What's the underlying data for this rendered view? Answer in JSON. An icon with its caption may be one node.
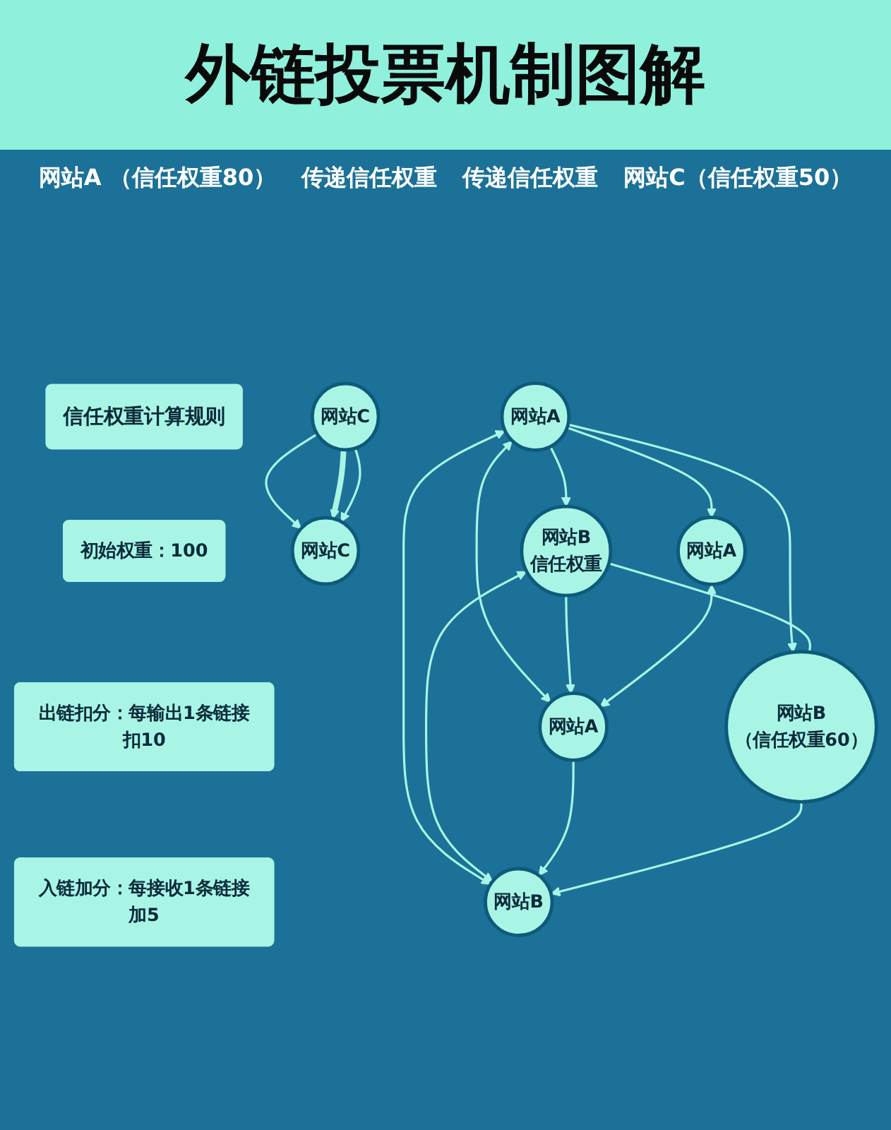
{
  "diagram": {
    "title": "外链投票机制图解",
    "nodes": [
      {
        "text": [
          "网站A"
        ]
      },
      {
        "text": [
          "网站B",
          "信任权重"
        ]
      },
      {
        "text": [
          "网站A"
        ]
      },
      {
        "text": [
          "网站A"
        ]
      },
      {
        "text": [
          "网站B",
          "（信任权重60）"
        ]
      },
      {
        "text": [
          "网站B"
        ]
      },
      {
        "text": [
          "网站C"
        ]
      },
      {
        "text": [
          "网站C"
        ]
      },
      {
        "text": [
          "信任权重计算规则"
        ]
      },
      {
        "text": [
          "初始权重：100"
        ]
      },
      {
        "text": [
          "出链扣分：每输出1条链接扣10"
        ]
      },
      {
        "text": [
          "入链加分：每接收1条链接加5"
        ]
      }
    ],
    "edges": [
      {
        "from": 0,
        "to": 1,
        "arrow": "to"
      },
      {
        "from": 0,
        "to": 2,
        "arrow": "to"
      },
      {
        "from": 0,
        "to": 3,
        "arrow": "both"
      },
      {
        "from": 0,
        "to": 5,
        "arrow": "both"
      },
      {
        "from": 0,
        "to": 4,
        "arrow": "to"
      },
      {
        "from": 1,
        "to": 3,
        "arrow": "to"
      },
      {
        "from": 1,
        "to": 5,
        "arrow": "both"
      },
      {
        "from": 1,
        "to": 4,
        "arrow": "none"
      },
      {
        "from": 2,
        "to": 3,
        "arrow": "both"
      },
      {
        "from": 3,
        "to": 5,
        "arrow": "to"
      },
      {
        "from": 4,
        "to": 5,
        "arrow": "to"
      },
      {
        "from": 6,
        "to": 7,
        "arrow": "to"
      },
      {
        "from": 6,
        "to": 7,
        "arrow": "to",
        "style": "thick"
      },
      {
        "from": 6,
        "to": 7,
        "arrow": "to"
      }
    ],
    "labels": [
      "网站A （信任权重80）",
      "传递信任权重",
      "传递信任权重",
      "网站C（信任权重50）"
    ]
  }
}
